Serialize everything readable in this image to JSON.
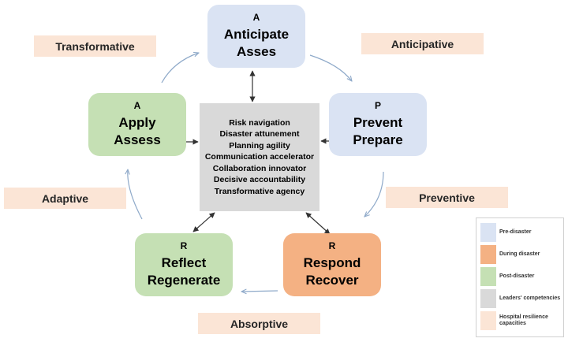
{
  "nodes": {
    "anticipate": {
      "letter": "A",
      "line1": "Anticipate",
      "line2": "Asses"
    },
    "prevent": {
      "letter": "P",
      "line1": "Prevent",
      "line2": "Prepare"
    },
    "respond": {
      "letter": "R",
      "line1": "Respond",
      "line2": "Recover"
    },
    "reflect": {
      "letter": "R",
      "line1": "Reflect",
      "line2": "Regenerate"
    },
    "apply": {
      "letter": "A",
      "line1": "Apply",
      "line2": "Assess"
    }
  },
  "competencies": [
    "Risk navigation",
    "Disaster attunement",
    "Planning agility",
    "Communication accelerator",
    "Collaboration innovator",
    "Decisive accountability",
    "Transformative agency"
  ],
  "capacities": {
    "transformative": "Transformative",
    "anticipative": "Anticipative",
    "preventive": "Preventive",
    "adaptive": "Adaptive",
    "absorptive": "Absorptive"
  },
  "legend": [
    {
      "label": "Pre-disaster",
      "color": "#dae3f3"
    },
    {
      "label": "During disaster",
      "color": "#f4b183"
    },
    {
      "label": "Post-disaster",
      "color": "#c5e0b4"
    },
    {
      "label": "Leaders' competencies",
      "color": "#d9d9d9"
    },
    {
      "label": "Hospital resilience capacities",
      "color": "#fbe5d6"
    }
  ],
  "colors": {
    "pre_disaster": "#dae3f3",
    "during_disaster": "#f4b183",
    "post_disaster": "#c5e0b4",
    "competencies": "#d9d9d9",
    "capacities": "#fbe5d6"
  }
}
